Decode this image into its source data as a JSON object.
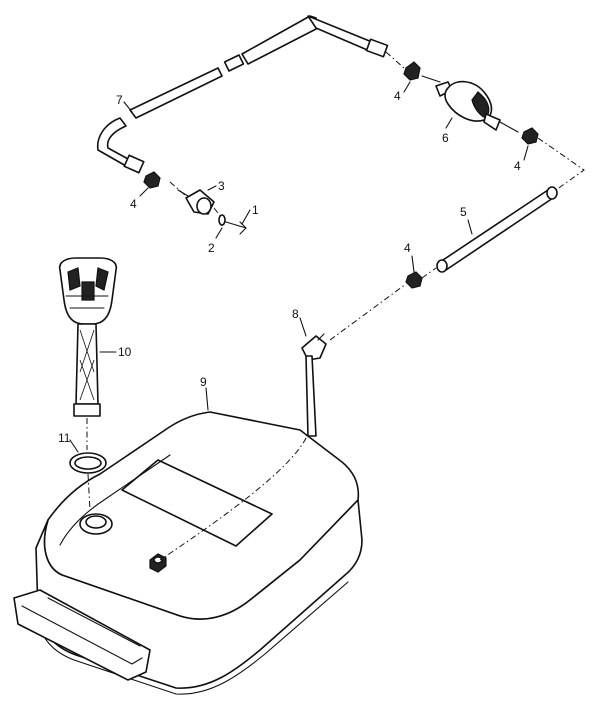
{
  "callouts": {
    "c1": "1",
    "c2": "2",
    "c3": "3",
    "c4a": "4",
    "c4b": "4",
    "c4c": "4",
    "c4d": "4",
    "c5": "5",
    "c6": "6",
    "c7": "7",
    "c8": "8",
    "c9": "9",
    "c10": "10",
    "c11": "11"
  }
}
